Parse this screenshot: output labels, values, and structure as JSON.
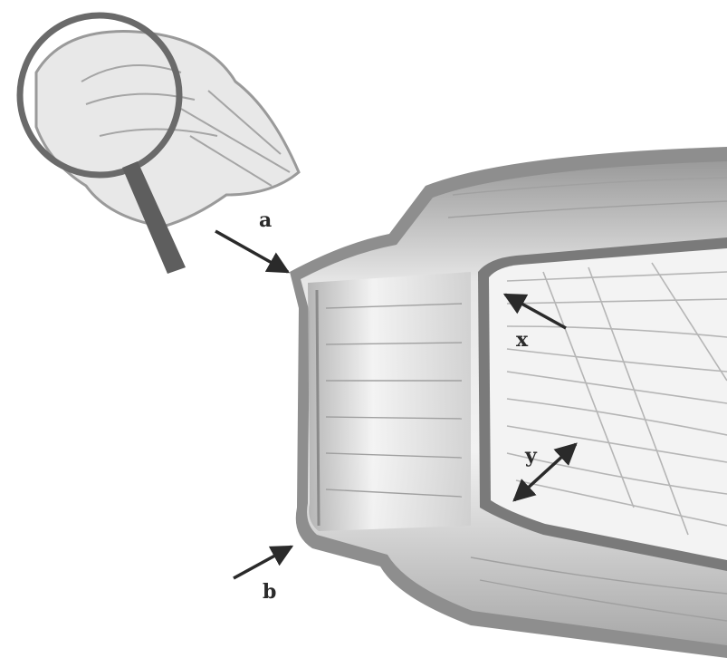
{
  "diagram": {
    "labels": {
      "a": "a",
      "b": "b",
      "x": "x",
      "y": "y"
    },
    "colors": {
      "wall_outer": "#8c8c8c",
      "wall_inner": "#d9d9d9",
      "stem": "#6a6a6a",
      "ink": "#2a2a2a",
      "fibers": "#b5b5b5"
    },
    "icons": {
      "lens": "magnifying-glass"
    }
  }
}
